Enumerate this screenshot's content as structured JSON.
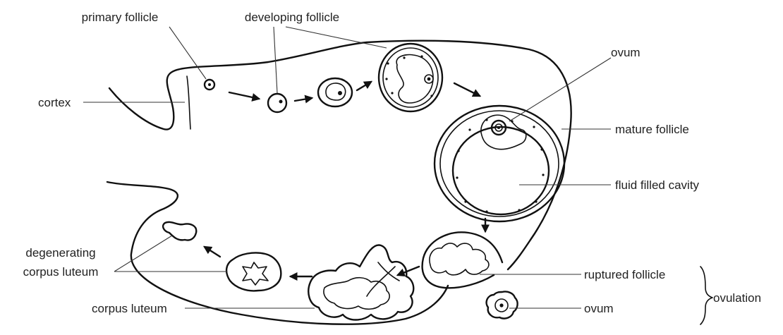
{
  "labels": {
    "primary_follicle": "primary follicle",
    "developing_follicle": "developing follicle",
    "ovum_top": "ovum",
    "cortex": "cortex",
    "mature_follicle": "mature follicle",
    "fluid_filled_cavity": "fluid filled cavity",
    "degenerating_corpus_luteum_line1": "degenerating",
    "degenerating_corpus_luteum_line2": "corpus luteum",
    "ruptured_follicle": "ruptured follicle",
    "ovulation": "ovulation",
    "corpus_luteum": "corpus luteum",
    "ovum_bottom": "ovum"
  },
  "colors": {
    "ink": "#111111",
    "text": "#222222",
    "background": "#ffffff"
  }
}
